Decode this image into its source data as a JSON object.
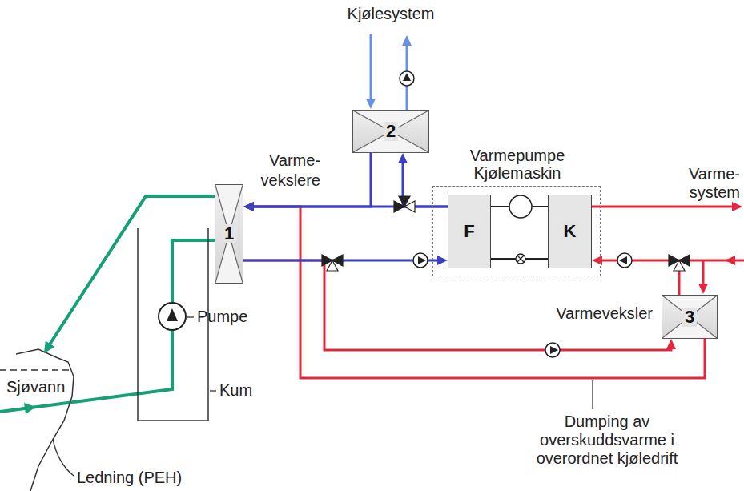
{
  "diagram": {
    "nodes": [
      {
        "text": [
          "1"
        ]
      },
      {
        "text": [
          "2"
        ]
      },
      {
        "text": [
          "Varmepumpe Kjølemaskin"
        ]
      },
      {
        "text": [
          "F"
        ],
        "in": 2
      },
      {
        "text": [
          "K"
        ],
        "in": 2
      },
      {
        "text": [
          "3"
        ]
      }
    ],
    "edges": [
      {
        "from": 3,
        "to": 0,
        "arrow": "to"
      },
      {
        "from": 0,
        "to": 3,
        "arrow": "to"
      },
      {
        "from": 1,
        "to": 0,
        "arrow": "to"
      },
      {
        "from": 3,
        "to": 1,
        "arrow": "to"
      },
      {
        "from": 3,
        "to": 4,
        "arrow": "none"
      },
      {
        "from": 3,
        "to": 4,
        "arrow": "none"
      },
      {
        "from": 5,
        "to": 4,
        "arrow": "to"
      },
      {
        "from": 0,
        "to": 5,
        "arrow": "to"
      },
      {
        "from": 5,
        "to": 0,
        "arrow": "to"
      }
    ],
    "labels": [
      "Kjølesystem",
      "Varme- vekslere",
      "Varme- system",
      "Varmeveksler",
      "Dumping av overskuddsvarme i overordnet kjøledrift",
      "Sjøvann",
      "Pumpe",
      "Kum",
      "Ledning (PEH)"
    ]
  }
}
